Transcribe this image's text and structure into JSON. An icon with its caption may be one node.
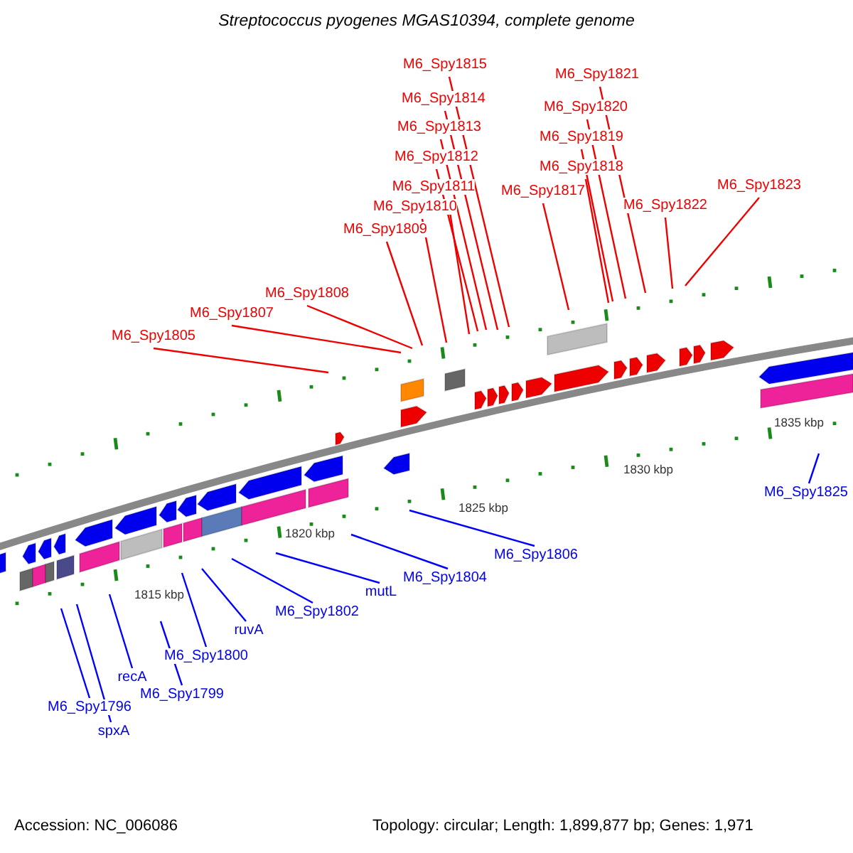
{
  "diagram": {
    "title": "Streptococcus pyogenes MGAS10394, complete genome",
    "nodes": [
      {
        "text": [
          "M6_Spy1815"
        ]
      },
      {
        "text": [
          "M6_Spy1821"
        ]
      },
      {
        "text": [
          "M6_Spy1814"
        ]
      },
      {
        "text": [
          "M6_Spy1820"
        ]
      },
      {
        "text": [
          "M6_Spy1813"
        ]
      },
      {
        "text": [
          "M6_Spy1819"
        ]
      },
      {
        "text": [
          "M6_Spy1812"
        ]
      },
      {
        "text": [
          "M6_Spy1818"
        ]
      },
      {
        "text": [
          "M6_Spy1811"
        ]
      },
      {
        "text": [
          "M6_Spy1823"
        ]
      },
      {
        "text": [
          "M6_Spy1817"
        ]
      },
      {
        "text": [
          "M6_Spy1822"
        ]
      },
      {
        "text": [
          "M6_Spy1810"
        ]
      },
      {
        "text": [
          "M6_Spy1809"
        ]
      },
      {
        "text": [
          "M6_Spy1808"
        ]
      },
      {
        "text": [
          "M6_Spy1807"
        ]
      },
      {
        "text": [
          "M6_Spy1805"
        ]
      },
      {
        "text": [
          "M6_Spy1825"
        ]
      },
      {
        "text": [
          "M6_Spy1806"
        ]
      },
      {
        "text": [
          "M6_Spy1804"
        ]
      },
      {
        "text": [
          "mutL"
        ]
      },
      {
        "text": [
          "M6_Spy1802"
        ]
      },
      {
        "text": [
          "ruvA"
        ]
      },
      {
        "text": [
          "M6_Spy1800"
        ]
      },
      {
        "text": [
          "recA"
        ]
      },
      {
        "text": [
          "M6_Spy1799"
        ]
      },
      {
        "text": [
          "M6_Spy1796"
        ]
      },
      {
        "text": [
          "spxA"
        ]
      }
    ],
    "edges": [
      {
        "from": 0,
        "to": null,
        "arrow": "none"
      },
      {
        "from": 1,
        "to": null,
        "arrow": "none"
      },
      {
        "from": 2,
        "to": null,
        "arrow": "none"
      },
      {
        "from": 3,
        "to": null,
        "arrow": "none"
      },
      {
        "from": 4,
        "to": null,
        "arrow": "none"
      },
      {
        "from": 5,
        "to": null,
        "arrow": "none"
      },
      {
        "from": 6,
        "to": null,
        "arrow": "none"
      },
      {
        "from": 7,
        "to": null,
        "arrow": "none"
      },
      {
        "from": 8,
        "to": null,
        "arrow": "none"
      },
      {
        "from": 9,
        "to": null,
        "arrow": "none"
      },
      {
        "from": 10,
        "to": null,
        "arrow": "none"
      },
      {
        "from": 11,
        "to": null,
        "arrow": "none"
      },
      {
        "from": 12,
        "to": null,
        "arrow": "none"
      },
      {
        "from": 13,
        "to": null,
        "arrow": "none"
      },
      {
        "from": 14,
        "to": null,
        "arrow": "none"
      },
      {
        "from": 15,
        "to": null,
        "arrow": "none"
      },
      {
        "from": 16,
        "to": null,
        "arrow": "none"
      },
      {
        "from": 17,
        "to": null,
        "arrow": "none",
        "color": "#0000ff"
      },
      {
        "from": 18,
        "to": null,
        "arrow": "none",
        "color": "#0000ff"
      },
      {
        "from": 19,
        "to": null,
        "arrow": "none",
        "color": "#0000ff"
      },
      {
        "from": 20,
        "to": null,
        "arrow": "none",
        "color": "#0000ff"
      },
      {
        "from": 21,
        "to": null,
        "arrow": "none",
        "color": "#0000ff"
      },
      {
        "from": 22,
        "to": null,
        "arrow": "none",
        "color": "#0000ff"
      },
      {
        "from": 23,
        "to": null,
        "arrow": "none",
        "color": "#0000ff"
      },
      {
        "from": 24,
        "to": null,
        "arrow": "none",
        "color": "#0000ff"
      },
      {
        "from": 25,
        "to": null,
        "arrow": "none",
        "color": "#0000ff"
      },
      {
        "from": 26,
        "to": null,
        "arrow": "none",
        "color": "#0000ff"
      },
      {
        "from": 27,
        "to": null,
        "arrow": "none",
        "color": "#0000ff"
      }
    ],
    "labels": [
      "1835 kbp",
      "1830 kbp",
      "1825 kbp",
      "1820 kbp",
      "1815 kbp",
      "Accession: NC_006086",
      "Topology: circular; Length: 1,899,877 bp; Genes: 1,971"
    ]
  }
}
